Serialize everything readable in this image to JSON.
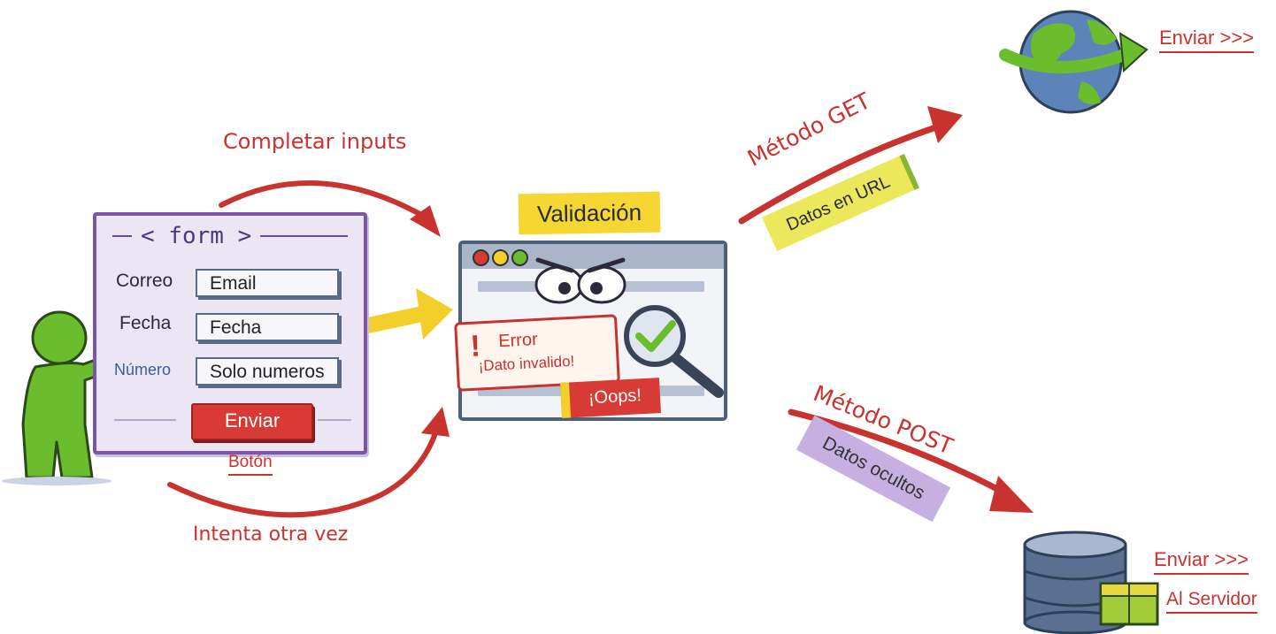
{
  "form": {
    "tag": "< form >",
    "fields": [
      {
        "label": "Correo",
        "value": "Email"
      },
      {
        "label": "Fecha",
        "value": "Fecha"
      },
      {
        "label": "Número",
        "value": "Solo numeros"
      }
    ],
    "button_label": "Enviar",
    "button_caption": "Botón"
  },
  "flow": {
    "complete_inputs": "Completar inputs",
    "retry": "Intenta otra vez"
  },
  "validation": {
    "title": "Validación",
    "error_title": "Error",
    "error_message": "¡Dato invalido!",
    "oops": "¡Oops!"
  },
  "get": {
    "method": "Método GET",
    "data_note": "Datos en URL",
    "send": "Enviar >>>"
  },
  "post": {
    "method": "Método POST",
    "data_note": "Datos ocultos",
    "send": "Enviar >>>",
    "destination": "Al Servidor"
  },
  "colors": {
    "red": "#c8322f",
    "yellow": "#f5d633",
    "purple": "#7a56a8",
    "green": "#5fae2a",
    "blue": "#4e6f9a"
  }
}
